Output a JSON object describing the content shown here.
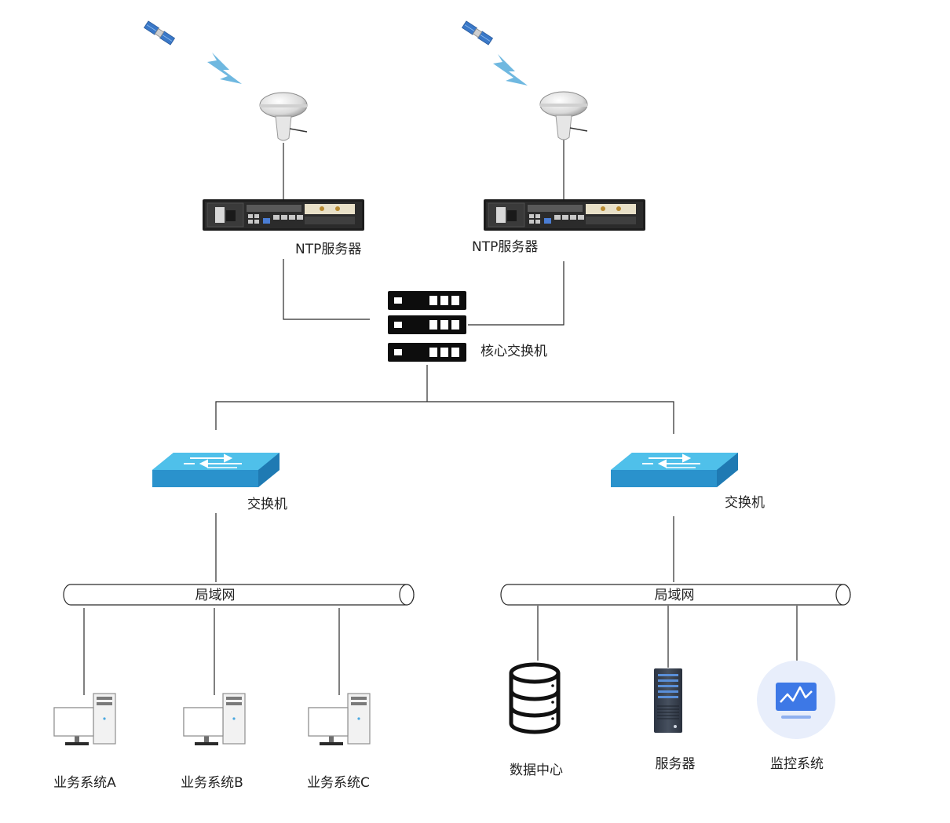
{
  "diagram": {
    "ntp_servers": [
      {
        "label": "NTP服务器"
      },
      {
        "label": "NTP服务器"
      }
    ],
    "core_switch": {
      "label": "核心交换机"
    },
    "switches": [
      {
        "label": "交换机"
      },
      {
        "label": "交换机"
      }
    ],
    "lans": [
      {
        "label": "局域网"
      },
      {
        "label": "局域网"
      }
    ],
    "clients": [
      {
        "label": "业务系统A"
      },
      {
        "label": "业务系统B"
      },
      {
        "label": "业务系统C"
      }
    ],
    "endpoints": [
      {
        "label": "数据中心",
        "icon": "database-icon"
      },
      {
        "label": "服务器",
        "icon": "server-tower-icon"
      },
      {
        "label": "监控系统",
        "icon": "monitor-icon"
      }
    ]
  },
  "colors": {
    "line": "#2a2a2a",
    "switch_top": "#4fc0ea",
    "switch_side": "#2a92cc",
    "signal": "#6fb8e0",
    "monitor_bg": "#e8eefb",
    "monitor_accent": "#3d78e6"
  }
}
